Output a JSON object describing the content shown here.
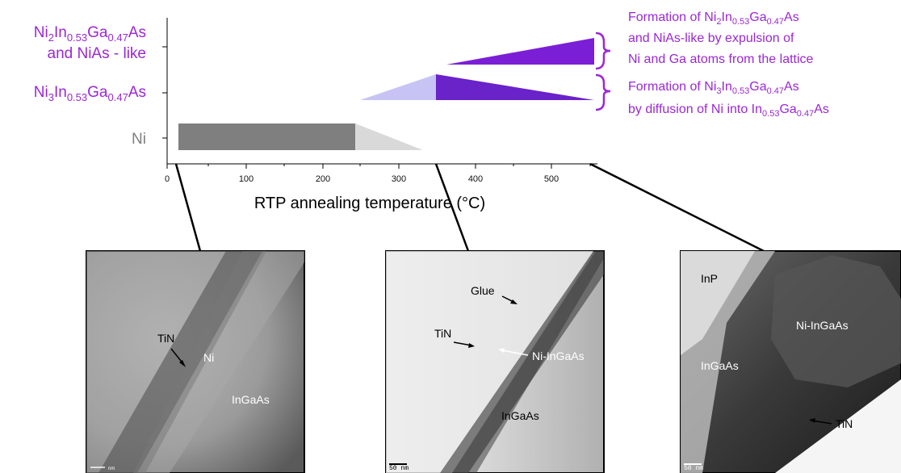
{
  "chart": {
    "xlabel": "RTP annealing temperature (°C)",
    "ticks": [
      "0",
      "100",
      "200",
      "300",
      "400",
      "500"
    ],
    "phases": [
      {
        "base": "Ni",
        "sub1": "2",
        "mid1": "In",
        "sub2": "0.53",
        "mid2": "Ga",
        "sub3": "0.47",
        "tail": "As",
        "line2": "and NiAs - like"
      },
      {
        "base": "Ni",
        "sub1": "3",
        "mid1": "In",
        "sub2": "0.53",
        "mid2": "Ga",
        "sub3": "0.47",
        "tail": "As"
      },
      {
        "label": "Ni"
      }
    ],
    "colors": {
      "phase_text": "#9b27d6",
      "ni_text": "#7f7f7f",
      "ni_bar": "#7f7f7f",
      "ni_fade": "#d9d9d9",
      "ni3_light": "#c7c4f5",
      "ni3_dark": "#6a22c9",
      "ni2_dark": "#7b1fd6"
    }
  },
  "annotations": {
    "top": {
      "l1a": "Formation of Ni",
      "l1s1": "2",
      "l1b": "In",
      "l1s2": "0.53",
      "l1c": "Ga",
      "l1s3": "0.47",
      "l1d": "As",
      "l2": "and NiAs-like by expulsion of",
      "l3": "Ni and Ga atoms from the lattice"
    },
    "bottom": {
      "l1a": "Formation of Ni",
      "l1s1": "3",
      "l1b": "In",
      "l1s2": "0.53",
      "l1c": "Ga",
      "l1s3": "0.47",
      "l1d": "As",
      "l2a": "by diffusion of Ni into In",
      "l2s1": "0.53",
      "l2b": "Ga",
      "l2s2": "0.47",
      "l2c": "As"
    }
  },
  "tem_images": [
    {
      "labels": [
        "TiN",
        "Ni",
        "InGaAs"
      ],
      "scale": "nm"
    },
    {
      "labels": [
        "Glue",
        "TiN",
        "Ni-InGaAs",
        "InGaAs"
      ],
      "scale": "50 nm"
    },
    {
      "labels": [
        "InP",
        "Ni-InGaAs",
        "InGaAs",
        "TiN"
      ],
      "scale": "50 nm"
    }
  ]
}
